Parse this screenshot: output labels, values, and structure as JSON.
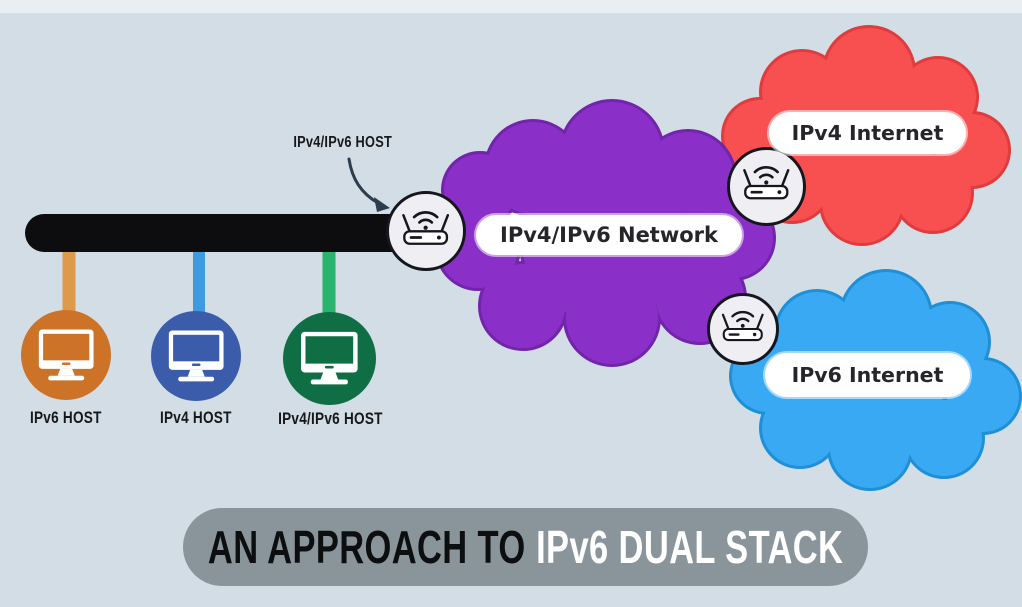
{
  "diagram_title": "An approach to IPv6 dual stack network diagram",
  "bus": {
    "router_label": "IPv4/IPv6 HOST"
  },
  "hosts": [
    {
      "label": "IPv6 HOST",
      "color": "#cd7327",
      "line_color": "#dd9a4a"
    },
    {
      "label": "IPv4 HOST",
      "color": "#3b5cab",
      "line_color": "#3e9be2"
    },
    {
      "label": "IPv4/IPv6 HOST",
      "color": "#106e44",
      "line_color": "#28b46d"
    }
  ],
  "clouds": {
    "network": {
      "label": "IPv4/IPv6 Network",
      "color": "#8b2fc9"
    },
    "ipv4": {
      "label": "IPv4 Internet",
      "color": "#f85050"
    },
    "ipv6": {
      "label": "IPv6 Internet",
      "color": "#38a9f2"
    }
  },
  "banner": {
    "prefix": "AN APPROACH TO",
    "highlight": "IPv6 DUAL STACK"
  },
  "icons": {
    "router": "wifi-router-icon",
    "host": "desktop-monitor-icon"
  },
  "colors": {
    "bg": "#d2dde5",
    "top_strip": "#e9eef3",
    "bus": "#0d0d0f",
    "purple": "#8b2fc9",
    "purple_outline": "#7224ab",
    "red": "#f85050",
    "red_outline": "#e03c3e",
    "sky": "#38a9f2",
    "sky_outline": "#1f8fd6",
    "host_orange": "#cd7327",
    "host_orange_line": "#dd9a4a",
    "host_blue": "#3b5cab",
    "host_blue_line": "#3e9be2",
    "host_green": "#106e44",
    "host_green_line": "#28b46d",
    "router_circle_bg": "#efeef3",
    "router_ink": "#16161e",
    "pill_bg": "#ffffff",
    "pill_ink": "#26262a",
    "label_ink": "#17181a",
    "arrow_ink": "#2e3d4d",
    "banner_bg": "#8a949b",
    "banner_prefix": "#0c0e10",
    "banner_highlight": "#ffffff"
  }
}
